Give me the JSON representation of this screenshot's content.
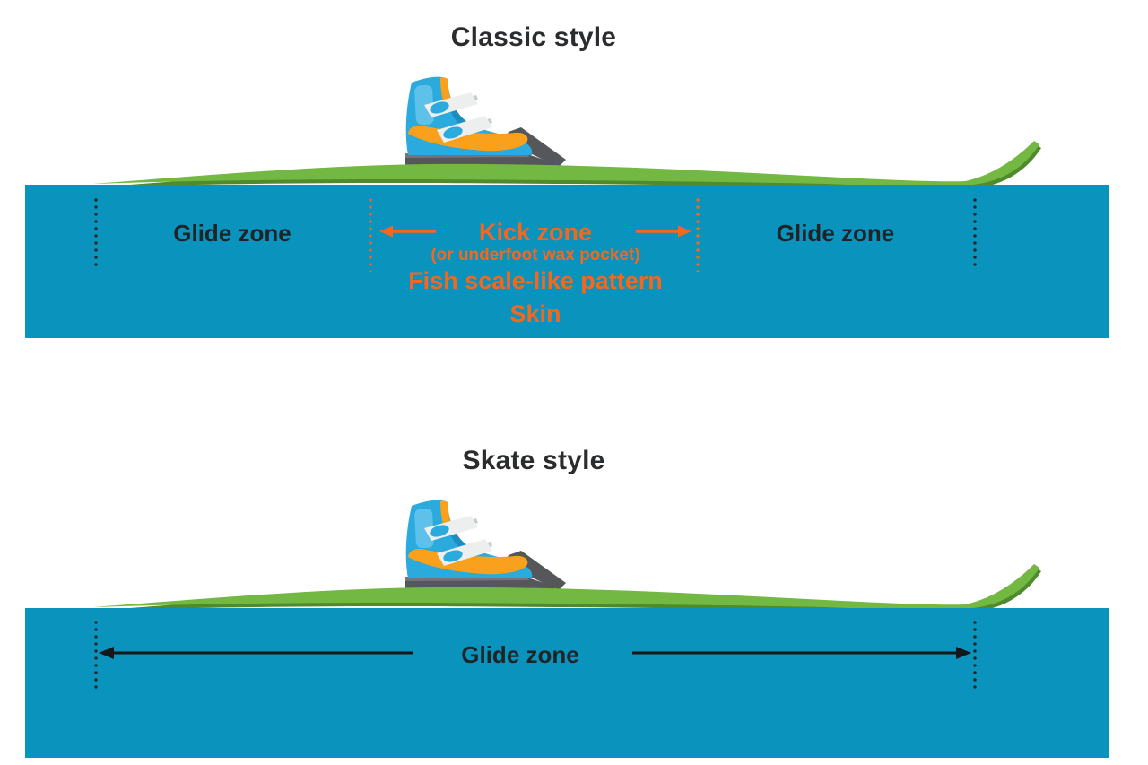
{
  "diagram": {
    "classic": {
      "title": "Classic style",
      "left_glide_label": "Glide zone",
      "right_glide_label": "Glide zone",
      "kick_zone": {
        "title": "Kick zone",
        "subtitle": "(or underfoot wax pocket)",
        "option_1": "Fish scale-like pattern",
        "option_2": "Skin"
      }
    },
    "skate": {
      "title": "Skate style",
      "glide_label": "Glide zone"
    },
    "colors": {
      "band_blue": "#0a93bd",
      "accent_orange": "#f4671e",
      "ski_green": "#73b842",
      "ski_green_dark": "#4e8b2c",
      "boot_blue": "#2baade",
      "boot_orange": "#f9a11d",
      "title_dark": "#2b2c2e",
      "label_dark": "#1f2527",
      "arrow_black": "#14181a"
    },
    "icons": {
      "boot": "ski-boot-icon",
      "ski": "ski-icon",
      "arrow_left": "left-arrow-icon",
      "arrow_right": "right-arrow-icon",
      "boundary": "dotted-boundary-line"
    }
  }
}
